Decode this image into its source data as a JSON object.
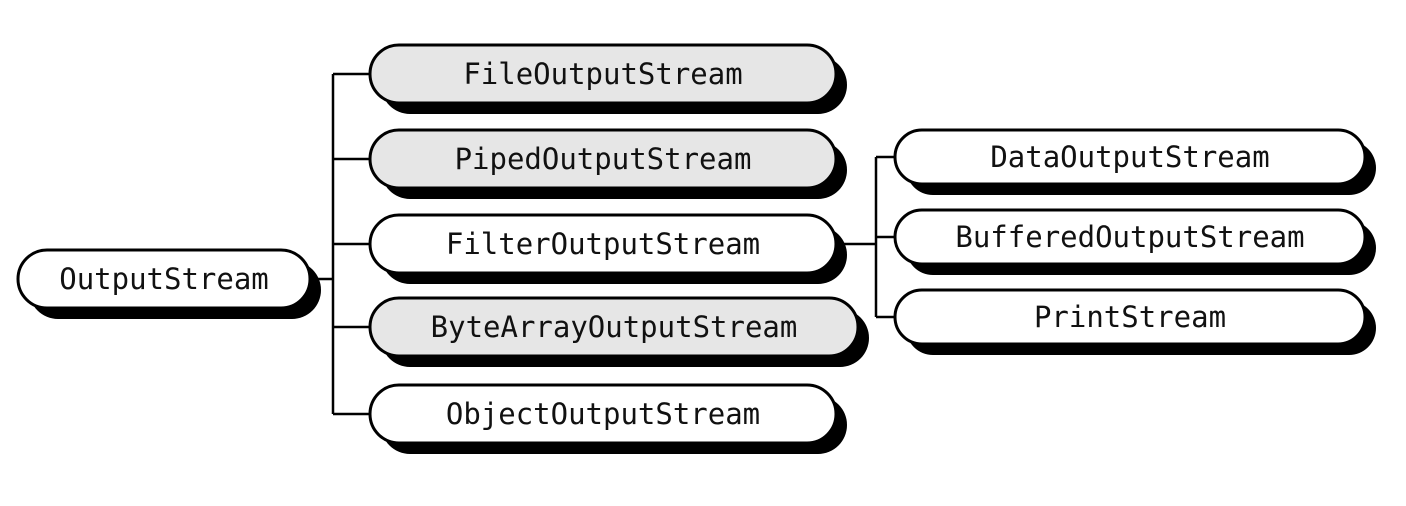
{
  "diagram": {
    "colors": {
      "shaded_fill": "#e6e6e6",
      "plain_fill": "#ffffff",
      "line": "#000000"
    },
    "nodes": [
      {
        "id": "output-stream",
        "label": "OutputStream",
        "shaded": false
      },
      {
        "id": "file-output-stream",
        "label": "FileOutputStream",
        "shaded": true
      },
      {
        "id": "piped-output-stream",
        "label": "PipedOutputStream",
        "shaded": true
      },
      {
        "id": "filter-output-stream",
        "label": "FilterOutputStream",
        "shaded": false
      },
      {
        "id": "byte-array-output-stream",
        "label": "ByteArrayOutputStream",
        "shaded": true
      },
      {
        "id": "object-output-stream",
        "label": "ObjectOutputStream",
        "shaded": false
      },
      {
        "id": "data-output-stream",
        "label": "DataOutputStream",
        "shaded": false
      },
      {
        "id": "buffered-output-stream",
        "label": "BufferedOutputStream",
        "shaded": false
      },
      {
        "id": "print-stream",
        "label": "PrintStream",
        "shaded": false
      }
    ],
    "edges": [
      {
        "from": "output-stream",
        "to": "file-output-stream"
      },
      {
        "from": "output-stream",
        "to": "piped-output-stream"
      },
      {
        "from": "output-stream",
        "to": "filter-output-stream"
      },
      {
        "from": "output-stream",
        "to": "byte-array-output-stream"
      },
      {
        "from": "output-stream",
        "to": "object-output-stream"
      },
      {
        "from": "filter-output-stream",
        "to": "data-output-stream"
      },
      {
        "from": "filter-output-stream",
        "to": "buffered-output-stream"
      },
      {
        "from": "filter-output-stream",
        "to": "print-stream"
      }
    ]
  }
}
